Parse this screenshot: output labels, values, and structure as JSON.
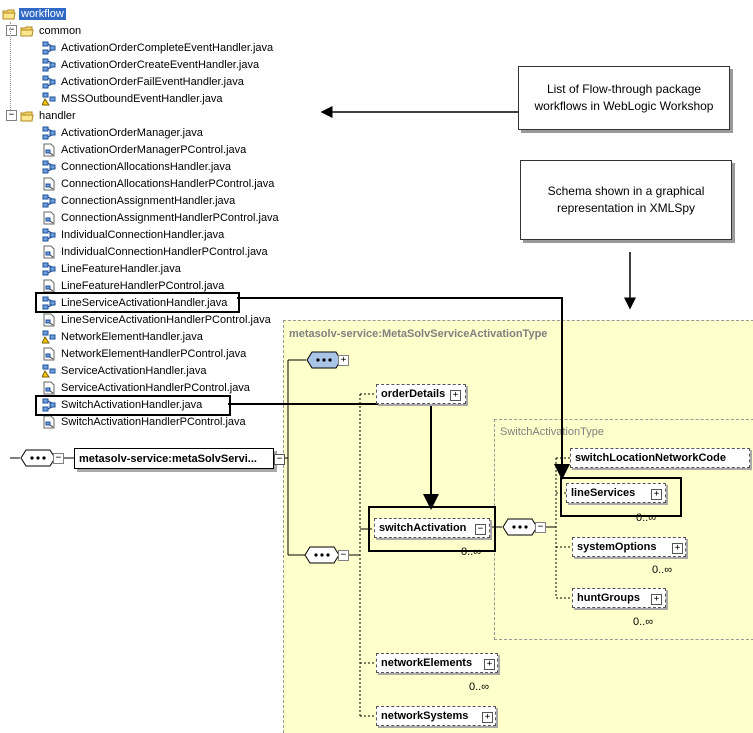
{
  "tree": {
    "root_label": "workflow",
    "folders": [
      {
        "name": "common",
        "files": [
          {
            "name": "ActivationOrderCompleteEventHandler.java",
            "icon": "workflow-icon"
          },
          {
            "name": "ActivationOrderCreateEventHandler.java",
            "icon": "workflow-icon"
          },
          {
            "name": "ActivationOrderFailEventHandler.java",
            "icon": "workflow-icon"
          },
          {
            "name": "MSSOutboundEventHandler.java",
            "icon": "workflow-warning-icon"
          }
        ]
      },
      {
        "name": "handler",
        "files": [
          {
            "name": "ActivationOrderManager.java",
            "icon": "workflow-icon"
          },
          {
            "name": "ActivationOrderManagerPControl.java",
            "icon": "control-file-icon"
          },
          {
            "name": "ConnectionAllocationsHandler.java",
            "icon": "workflow-icon"
          },
          {
            "name": "ConnectionAllocationsHandlerPControl.java",
            "icon": "control-file-icon"
          },
          {
            "name": "ConnectionAssignmentHandler.java",
            "icon": "workflow-icon"
          },
          {
            "name": "ConnectionAssignmentHandlerPControl.java",
            "icon": "control-file-icon"
          },
          {
            "name": "IndividualConnectionHandler.java",
            "icon": "workflow-icon"
          },
          {
            "name": "IndividualConnectionHandlerPControl.java",
            "icon": "control-file-icon"
          },
          {
            "name": "LineFeatureHandler.java",
            "icon": "workflow-icon"
          },
          {
            "name": "LineFeatureHandlerPControl.java",
            "icon": "control-file-icon"
          },
          {
            "name": "LineServiceActivationHandler.java",
            "icon": "workflow-icon"
          },
          {
            "name": "LineServiceActivationHandlerPControl.java",
            "icon": "control-file-icon"
          },
          {
            "name": "NetworkElementHandler.java",
            "icon": "workflow-warning-icon"
          },
          {
            "name": "NetworkElementHandlerPControl.java",
            "icon": "control-file-icon"
          },
          {
            "name": "ServiceActivationHandler.java",
            "icon": "workflow-warning-icon"
          },
          {
            "name": "ServiceActivationHandlerPControl.java",
            "icon": "control-file-icon"
          },
          {
            "name": "SwitchActivationHandler.java",
            "icon": "workflow-icon"
          },
          {
            "name": "SwitchActivationHandlerPControl.java",
            "icon": "control-file-icon"
          }
        ]
      }
    ]
  },
  "callouts": {
    "flow_list": "List of Flow-through package workflows in WebLogic Workshop",
    "schema": "Schema shown in a graphical representation in XMLSpy"
  },
  "schema": {
    "root_element": "metasolv-service:metaSolvServi...",
    "type_label": "metasolv-service:MetaSolvServiceActivationType",
    "inner_type_label": "SwitchActivationType",
    "elements": {
      "order_details": "orderDetails",
      "switch_activation": "switchActivation",
      "network_elements": "networkElements",
      "network_systems": "networkSystems",
      "switch_location": "switchLocationNetworkCode",
      "line_services": "lineServices",
      "system_options": "systemOptions",
      "hunt_groups": "huntGroups"
    },
    "cardinality": "0..∞"
  },
  "colors": {
    "schema_background": "#ffffcc",
    "selection": "#316ac5",
    "sequence_fill": "#a9c4e6"
  }
}
